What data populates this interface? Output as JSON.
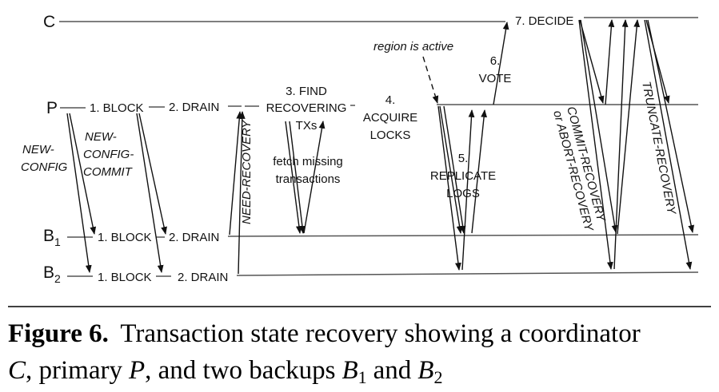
{
  "lanes": {
    "c": "C",
    "p": "P",
    "b1_letter": "B",
    "b1_sub": "1",
    "b2_letter": "B",
    "b2_sub": "2"
  },
  "steps": {
    "p_block": "1. BLOCK",
    "p_drain": "2. DRAIN",
    "b1_block": "1. BLOCK",
    "b1_drain": "2. DRAIN",
    "b2_block": "1. BLOCK",
    "b2_drain": "2. DRAIN",
    "find_1": "3. FIND",
    "find_2": "RECOVERING",
    "find_3": "TXs",
    "acquire_1": "4.",
    "acquire_2": "ACQUIRE",
    "acquire_3": "LOCKS",
    "replicate_1": "5.",
    "replicate_2": "REPLICATE",
    "replicate_3": "LOGS",
    "vote_1": "6.",
    "vote_2": "VOTE",
    "decide": "7. DECIDE"
  },
  "messages": {
    "new_config_1": "NEW-",
    "new_config_2": "CONFIG",
    "new_config_commit_1": "NEW-",
    "new_config_commit_2": "CONFIG-",
    "new_config_commit_3": "COMMIT",
    "need_recovery": "NEED-RECOVERY",
    "fetch_1": "fetch missing",
    "fetch_2": "transactions",
    "region_active": "region is active",
    "commit_recovery": "COMMIT-RECOVERY",
    "abort_recovery": "or ABORT-RECOVERY",
    "truncate_recovery": "TRUNCATE-RECOVERY"
  },
  "caption": {
    "label": "Figure 6.",
    "line1": "Transaction state recovery showing a coordinator",
    "c": "C",
    "primary": ", primary",
    "p": "P",
    "backups": ", and two backups",
    "b": "B",
    "sub1": "1",
    "and": "and",
    "sub2": "2"
  }
}
